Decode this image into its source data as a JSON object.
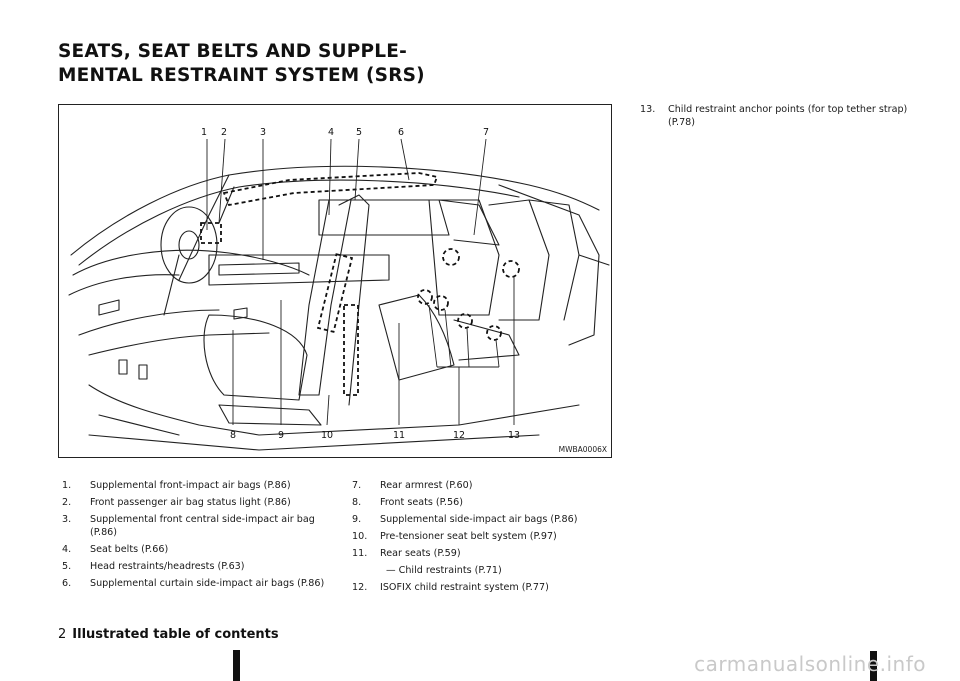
{
  "header": {
    "title_line1": "SEATS, SEAT BELTS AND SUPPLE-",
    "title_line2": "MENTAL RESTRAINT SYSTEM (SRS)"
  },
  "figure": {
    "code": "MWBA0006X",
    "top_labels": [
      "1",
      "2",
      "3",
      "4",
      "5",
      "6",
      "7"
    ],
    "bottom_labels": [
      "8",
      "9",
      "10",
      "11",
      "12",
      "13"
    ]
  },
  "list_left": [
    {
      "num": "1.",
      "text": "Supplemental front-impact air bags (P.86)"
    },
    {
      "num": "2.",
      "text": "Front passenger air bag status light (P.86)"
    },
    {
      "num": "3.",
      "text": "Supplemental front central side-impact air bag (P.86)"
    },
    {
      "num": "4.",
      "text": "Seat belts (P.66)"
    },
    {
      "num": "5.",
      "text": "Head restraints/headrests (P.63)"
    },
    {
      "num": "6.",
      "text": "Supplemental curtain side-impact air bags (P.86)"
    }
  ],
  "list_mid": [
    {
      "num": "7.",
      "text": "Rear armrest (P.60)"
    },
    {
      "num": "8.",
      "text": "Front seats (P.56)"
    },
    {
      "num": "9.",
      "text": "Supplemental side-impact air bags (P.86)"
    },
    {
      "num": "10.",
      "text": "Pre-tensioner seat belt system (P.97)"
    },
    {
      "num": "11.",
      "text": "Rear seats (P.59)",
      "sub": "— Child restraints (P.71)"
    },
    {
      "num": "12.",
      "text": "ISOFIX child restraint system (P.77)"
    }
  ],
  "list_right": [
    {
      "num": "13.",
      "text": "Child restraint anchor points (for top tether strap) (P.78)"
    }
  ],
  "footer": {
    "page_number": "2",
    "section": "Illustrated table of contents"
  },
  "watermark": "carmanualsonline.info"
}
